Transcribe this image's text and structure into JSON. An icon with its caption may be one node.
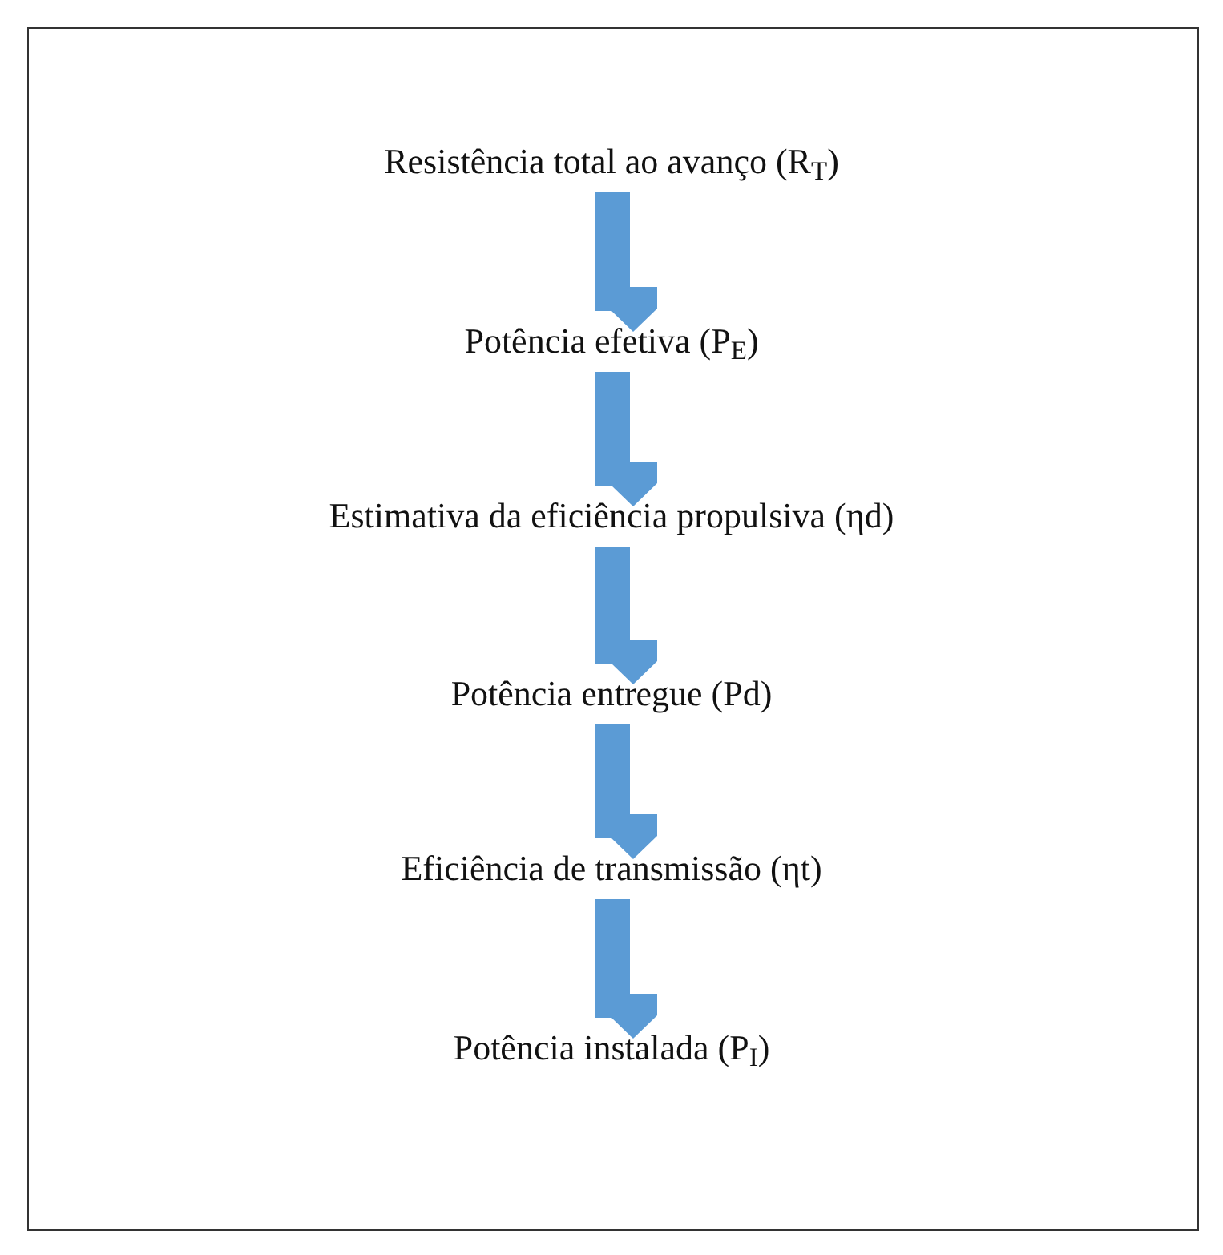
{
  "diagram": {
    "nodes": [
      {
        "text": [
          "Resistência total ao avanço (R$_{T}$)"
        ]
      },
      {
        "text": [
          "Potência efetiva (P$_{E}$)"
        ]
      },
      {
        "text": [
          "Estimativa da eficiência propulsiva (ηd)"
        ]
      },
      {
        "text": [
          "Potência entregue (Pd)"
        ]
      },
      {
        "text": [
          "Eficiência de transmissão (ηt)"
        ]
      },
      {
        "text": [
          "Potência instalada (P$_{I}$)"
        ]
      }
    ],
    "edges": [
      {
        "from": 0,
        "to": 1,
        "arrow": "to"
      },
      {
        "from": 1,
        "to": 2,
        "arrow": "to"
      },
      {
        "from": 2,
        "to": 3,
        "arrow": "to"
      },
      {
        "from": 3,
        "to": 4,
        "arrow": "to"
      },
      {
        "from": 4,
        "to": 5,
        "arrow": "to"
      }
    ]
  }
}
